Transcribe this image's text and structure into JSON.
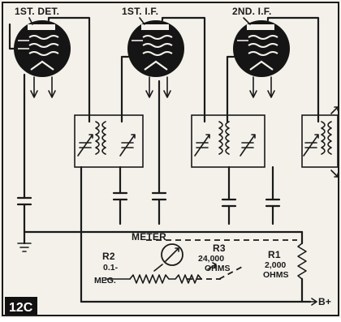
{
  "labels": {
    "tube1": "1ST. DET.",
    "tube2": "1ST. I.F.",
    "tube3": "2ND. I.F.",
    "meter": "METER",
    "r2_name": "R2",
    "r2_value_a": "0.1-",
    "r2_value_b": "MEG.",
    "r3_name": "R3",
    "r3_value_a": "24,000",
    "r3_value_b": "OHMS",
    "r1_name": "R1",
    "r1_value_a": "2,000",
    "r1_value_b": "OHMS",
    "bplus": "B+",
    "figure_id": "12C"
  }
}
